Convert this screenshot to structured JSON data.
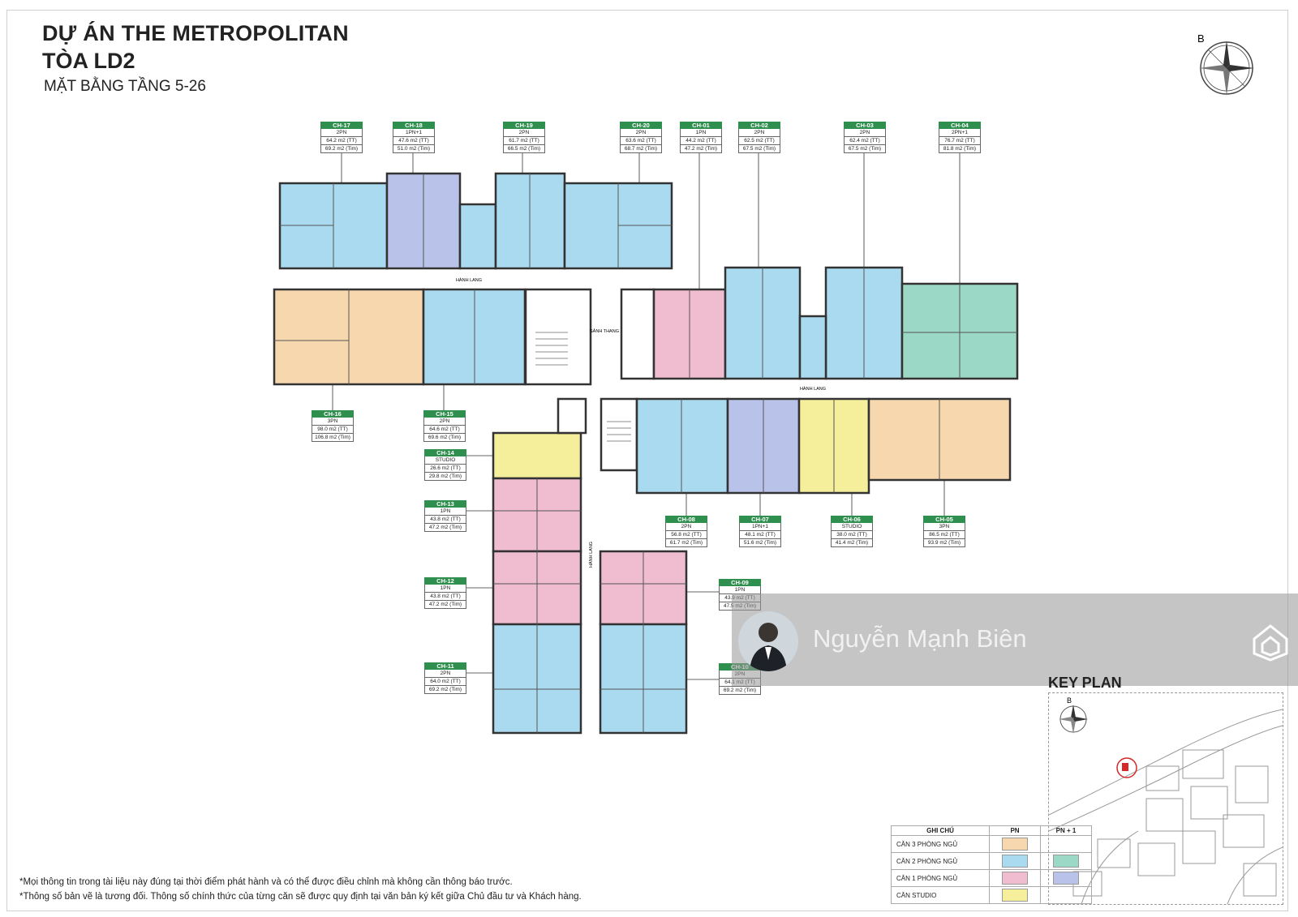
{
  "header": {
    "title": "DỰ ÁN THE METROPOLITAN",
    "building": "TÒA LD2",
    "floors": "MẶT BẰNG TẦNG  5-26"
  },
  "compass": {
    "letter": "B"
  },
  "colors": {
    "three_br": "#f6d7ae",
    "two_br": "#a9daf0",
    "two_br_plus": "#9cd8c6",
    "one_br": "#f0bcd0",
    "one_br_plus": "#b9c3ea",
    "studio": "#f5ef9c"
  },
  "units": [
    {
      "code": "CH-17",
      "type": "2PN",
      "tt": "64.2 m2  (TT)",
      "tim": "69.2 m2 (Tim)"
    },
    {
      "code": "CH-18",
      "type": "1PN+1",
      "tt": "47.6 m2  (TT)",
      "tim": "51.0 m2 (Tim)"
    },
    {
      "code": "CH-19",
      "type": "2PN",
      "tt": "61.7 m2  (TT)",
      "tim": "66.5 m2 (Tim)"
    },
    {
      "code": "CH-20",
      "type": "2PN",
      "tt": "63.6 m2  (TT)",
      "tim": "68.7 m2 (Tim)"
    },
    {
      "code": "CH-01",
      "type": "1PN",
      "tt": "44.2 m2  (TT)",
      "tim": "47.2 m2 (Tim)"
    },
    {
      "code": "CH-02",
      "type": "2PN",
      "tt": "62.5 m2  (TT)",
      "tim": "67.5 m2 (Tim)"
    },
    {
      "code": "CH-03",
      "type": "2PN",
      "tt": "62.4 m2  (TT)",
      "tim": "67.5 m2 (Tim)"
    },
    {
      "code": "CH-04",
      "type": "2PN+1",
      "tt": "76.7 m2  (TT)",
      "tim": "81.8 m2 (Tim)"
    },
    {
      "code": "CH-16",
      "type": "3PN",
      "tt": "98.0 m2  (TT)",
      "tim": "106.8 m2 (Tim)"
    },
    {
      "code": "CH-15",
      "type": "2PN",
      "tt": "64.6 m2  (TT)",
      "tim": "69.6 m2 (Tim)"
    },
    {
      "code": "CH-14",
      "type": "STUDIO",
      "tt": "26.6 m2  (TT)",
      "tim": "29.8 m2 (Tim)"
    },
    {
      "code": "CH-13",
      "type": "1PN",
      "tt": "43.8 m2  (TT)",
      "tim": "47.2 m2 (Tim)"
    },
    {
      "code": "CH-12",
      "type": "1PN",
      "tt": "43.8 m2  (TT)",
      "tim": "47.2 m2 (Tim)"
    },
    {
      "code": "CH-11",
      "type": "2PN",
      "tt": "64.0 m2  (TT)",
      "tim": "69.2 m2 (Tim)"
    },
    {
      "code": "CH-08",
      "type": "2PN",
      "tt": "56.8 m2  (TT)",
      "tim": "61.7 m2 (Tim)"
    },
    {
      "code": "CH-07",
      "type": "1PN+1",
      "tt": "48.1 m2  (TT)",
      "tim": "51.6 m2 (Tim)"
    },
    {
      "code": "CH-06",
      "type": "STUDIO",
      "tt": "38.0 m2  (TT)",
      "tim": "41.4 m2 (Tim)"
    },
    {
      "code": "CH-05",
      "type": "3PN",
      "tt": "86.5 m2  (TT)",
      "tim": "93.9 m2 (Tim)"
    },
    {
      "code": "CH-09",
      "type": "1PN",
      "tt": "43.9 m2  (TT)",
      "tim": "47.5 m2 (Tim)"
    },
    {
      "code": "CH-10",
      "type": "2PN",
      "tt": "64.1 m2  (TT)",
      "tim": "69.2 m2 (Tim)"
    }
  ],
  "corridor_labels": {
    "h1": "HÀNH LANG",
    "h2": "HÀNH LANG",
    "v": "HÀNH LANG",
    "lobby": "SẢNH THANG"
  },
  "watermark": {
    "name": "Nguyễn Mạnh Biên"
  },
  "key_plan": {
    "title": "KEY PLAN",
    "compass_letter": "B"
  },
  "legend": {
    "header": [
      "GHI CHÚ",
      "PN",
      "PN + 1"
    ],
    "rows": [
      "CĂN 3 PHÒNG NGỦ",
      "CĂN 2 PHÒNG NGỦ",
      "CĂN 1 PHÒNG NGỦ",
      "CĂN STUDIO"
    ]
  },
  "notes": [
    "*Mọi thông tin trong tài liệu này đúng tại thời điểm phát hành và có thể được điều chỉnh mà không cần thông báo trước.",
    "*Thông số bản vẽ là tương đối. Thông số chính thức của từng căn sẽ được quy định tại văn bản ký kết giữa Chủ đầu tư và Khách hàng."
  ]
}
